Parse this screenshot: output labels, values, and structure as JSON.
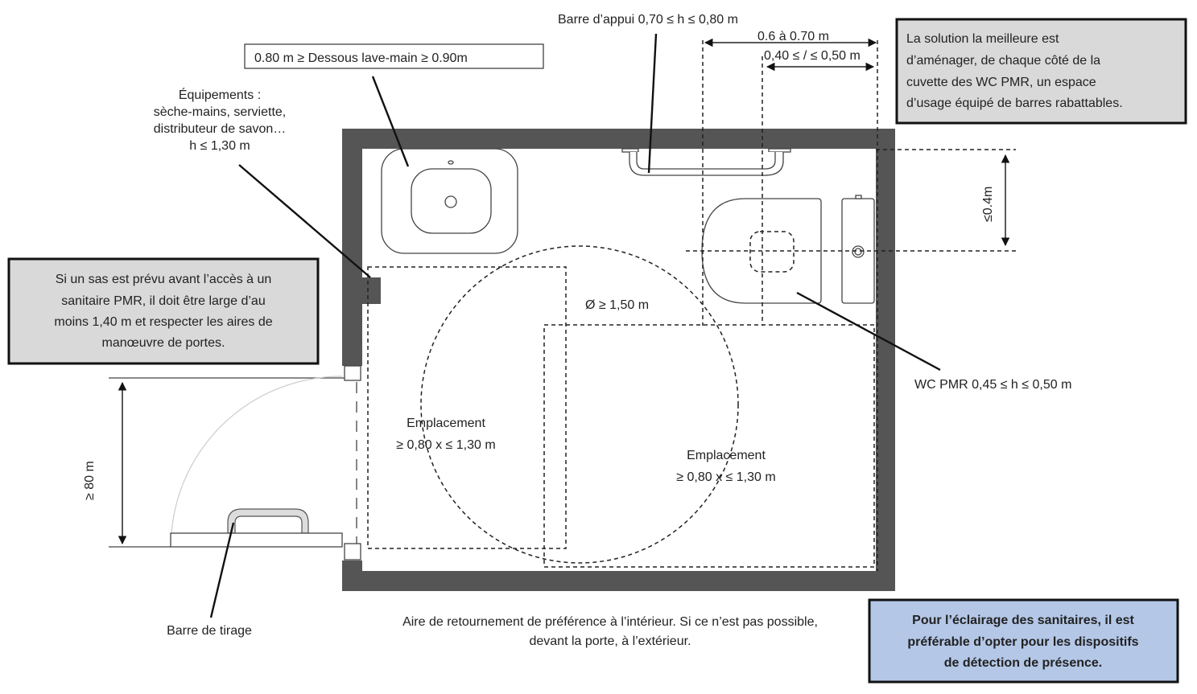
{
  "labels": {
    "barre_appui": "Barre d’appui 0,70 ≤ h ≤ 0,80 m",
    "dim_horizontal_1": "0.6 à 0.70 m",
    "dim_horizontal_2": "0,40 ≤ / ≤ 0,50 m",
    "lave_main": "0.80 m ≥ Dessous lave-main ≥ 0.90m",
    "equipements": [
      "Équipements :",
      "sèche-mains, serviette,",
      "distributeur de savon…",
      "h ≤ 1,30 m"
    ],
    "dim_vertical_wc": "≤0.4m",
    "wc_pmr": "WC PMR 0,45 ≤ h ≤ 0,50 m",
    "diametre": "Ø ≥ 1,50 m",
    "emplacement_1": [
      "Emplacement",
      "≥ 0,80 x ≤ 1,30 m"
    ],
    "emplacement_2": [
      "Emplacement",
      "≥ 0,80 x ≤ 1,30 m"
    ],
    "door_width": "≥ 80 m",
    "barre_tirage": "Barre de tirage",
    "aire_retournement": [
      "Aire de retournement de préférence à l’intérieur. Si ce n’est pas possible,",
      "devant la porte, à l’extérieur."
    ]
  },
  "notes": {
    "solution": [
      "La solution la meilleure est",
      "d’aménager, de chaque côté de la",
      "cuvette des WC  PMR, un espace",
      "d’usage équipé de barres rabattables."
    ],
    "sas": [
      "Si un sas est prévu avant l’accès à un",
      "sanitaire PMR, il doit être large d’au",
      "moins 1,40 m et respecter les aires de",
      "manœuvre de portes."
    ],
    "eclairage": [
      "Pour l’éclairage des sanitaires, il est",
      "préférable d’opter pour les dispositifs",
      "de détection de présence."
    ]
  },
  "colors": {
    "wall": "#555555",
    "note_gray": "#d9d9d9",
    "note_blue": "#b4c7e7"
  }
}
